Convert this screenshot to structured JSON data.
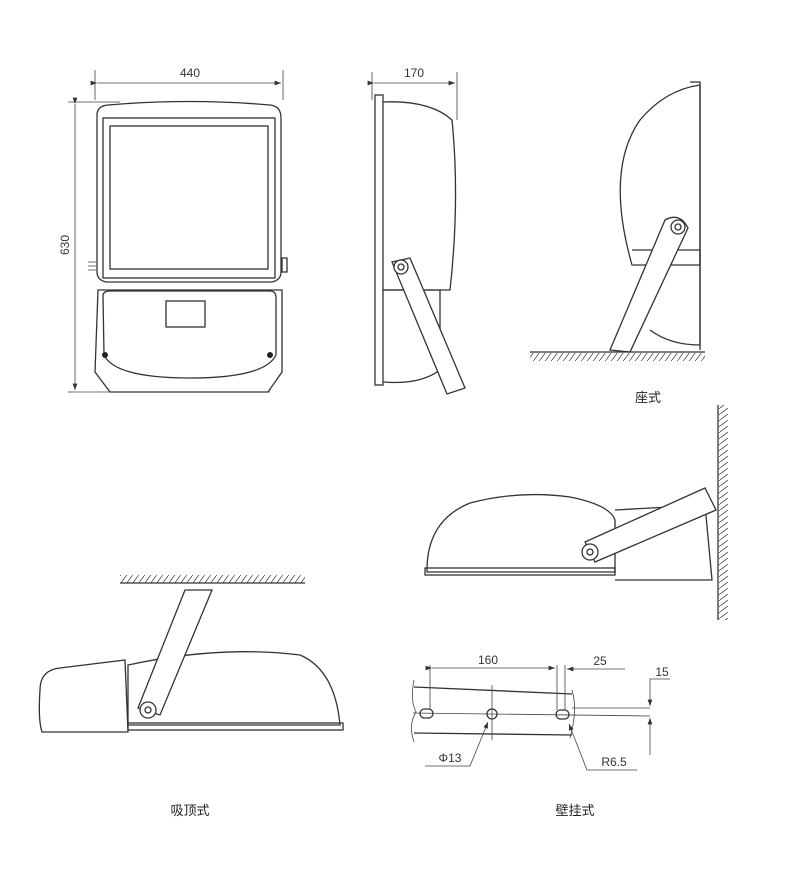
{
  "front_view": {
    "width_dim": "440",
    "height_dim": "630"
  },
  "side_view": {
    "depth_dim": "170"
  },
  "floor_mount": {
    "caption": "座式"
  },
  "ceiling_mount": {
    "caption": "吸顶式"
  },
  "wall_mount": {
    "caption": "壁挂式"
  },
  "bracket_detail": {
    "hole_spacing": "160",
    "slot_length": "25",
    "slot_offset": "15",
    "hole_diameter": "Φ13",
    "slot_radius": "R6.5"
  }
}
